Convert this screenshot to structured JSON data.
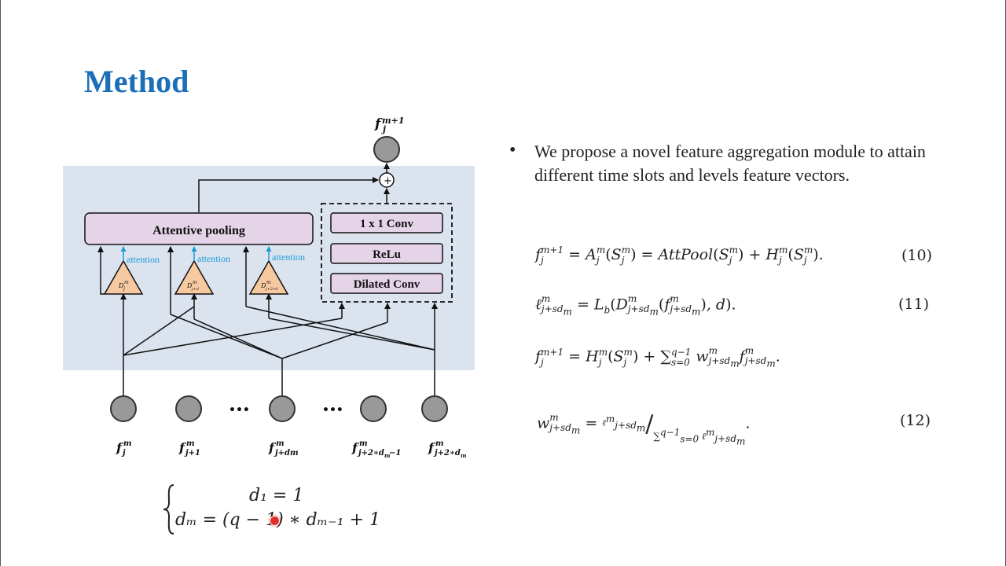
{
  "title": "Method",
  "bullet": "We propose a novel feature aggregation module to attain different time slots and levels feature vectors.",
  "diagram": {
    "output_label": "f_j^{m+1}",
    "attentive_pooling": "Attentive pooling",
    "conv1x1": "1 x 1 Conv",
    "relu": "ReLu",
    "dilated_conv": "Dilated Conv",
    "attention": "attention",
    "d_labels": [
      "D_j^m",
      "D_{j+d_m}^m",
      "D_{j+2*d_m}^m"
    ],
    "input_labels": [
      "f_j^m",
      "f_{j+1}^m",
      "f_{j+dm}^m",
      "f_{j+2*d_m-1}^m",
      "f_{j+2*d_m}^m"
    ],
    "ellipsis": "•••"
  },
  "equations": {
    "eq10_number": "(10)",
    "eq11_number": "(11)",
    "eq12_number": "(12)"
  },
  "recurrence": {
    "line1": "d₁ = 1",
    "line2": "dₘ = (q − 1) ∗ dₘ₋₁ + 1"
  }
}
